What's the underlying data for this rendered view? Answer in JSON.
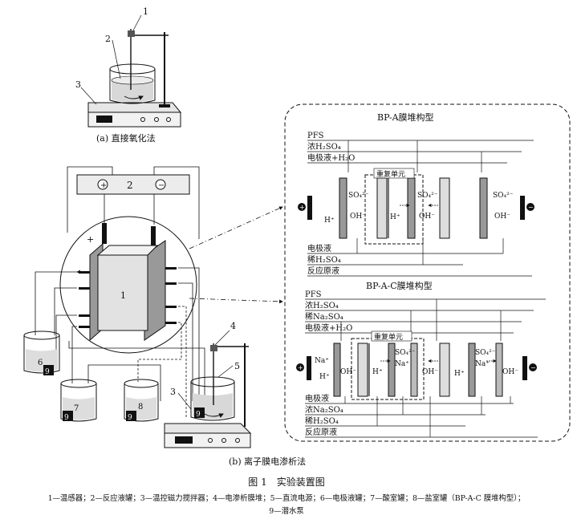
{
  "subcaptions": {
    "a": "(a) 直接氧化法",
    "b": "(b) 离子膜电渗析法"
  },
  "figure": {
    "title": "图 1　实验装置图",
    "legend_line1": "1—温感器；2—反应液罐；3—温控磁力搅拌器；4—电渗析膜堆；5—直流电源；6—电极液罐；7—酸室罐；8—盐室罐（BP-A-C 膜堆构型）；",
    "legend_line2": "9—潜水泵"
  },
  "numbers": {
    "n1": "1",
    "n2": "2",
    "n3": "3",
    "n4": "4",
    "n5": "5",
    "n6": "6",
    "n7": "7",
    "n8": "8",
    "n9": "9",
    "stack": "1",
    "power": "2",
    "plus": "+"
  },
  "panel_a": {
    "title": "BP-A膜堆构型",
    "inlets": [
      "PFS",
      "浓H₂SO₄",
      "电极液+H₂O"
    ],
    "repeat_unit": "重复单元",
    "outlets": [
      "电极液",
      "稀H₂SO₄",
      "反应原液"
    ],
    "ions": {
      "so4": "SO₄²⁻",
      "oh": "OH⁻",
      "h": "H⁺"
    }
  },
  "panel_c": {
    "title": "BP-A-C膜堆构型",
    "inlets": [
      "PFS",
      "浓H₂SO₄",
      "稀Na₂SO₄",
      "电极液+H₂O"
    ],
    "repeat_unit": "重复单元",
    "outlets": [
      "电极液",
      "浓Na₂SO₄",
      "稀H₂SO₄",
      "反应原液"
    ],
    "ions": {
      "na": "Na⁺",
      "h": "H⁺",
      "oh": "OH⁻",
      "so4": "SO₄²⁻"
    }
  },
  "electrodes": {
    "anode": "+",
    "cathode": "−"
  }
}
